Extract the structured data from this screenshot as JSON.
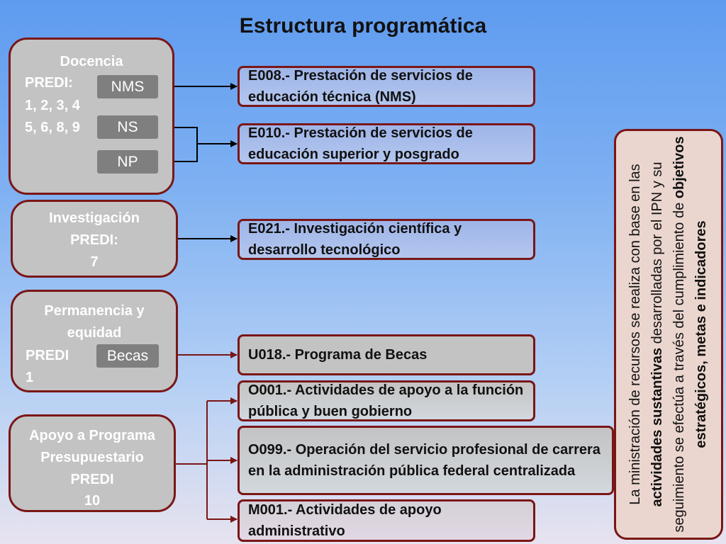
{
  "title": "Estructura programática",
  "groups": {
    "docencia": {
      "title": "Docencia",
      "line1": "PREDI:",
      "line2": "1, 2, 3, 4",
      "line3": "5, 6, 8, 9",
      "chips": [
        "NMS",
        "NS",
        "NP"
      ]
    },
    "investigacion": {
      "title": "Investigación",
      "line1": "PREDI:",
      "line2": "7"
    },
    "permanencia": {
      "title1": "Permanencia y",
      "title2": "equidad",
      "line1": "PREDI",
      "line2": "1",
      "chip": "Becas"
    },
    "apoyo": {
      "line1": "Apoyo a Programa",
      "line2": "Presupuestario",
      "line3": "PREDI",
      "line4": "10"
    }
  },
  "programs": [
    {
      "id": "E008",
      "text": "E008.- Prestación de servicios de educación técnica (NMS)"
    },
    {
      "id": "E010",
      "text": "E010.- Prestación de servicios de educación superior y posgrado"
    },
    {
      "id": "E021",
      "text": "E021.- Investigación científica y desarrollo tecnológico"
    },
    {
      "id": "U018",
      "text": "U018.- Programa de Becas"
    },
    {
      "id": "O001",
      "text": "O001.- Actividades de apoyo a la función pública y buen gobierno"
    },
    {
      "id": "O099",
      "text": "O099.- Operación del servicio profesional de carrera en la administración pública federal centralizada"
    },
    {
      "id": "M001",
      "text": "M001.- Actividades de apoyo administrativo"
    }
  ],
  "side_note": {
    "t1": "La ministración de recursos se realiza con base en las ",
    "b1": "actividades sustantivas",
    "t2": " desarrolladas por el IPN y su seguimiento se efectúa a través del cumplimiento de ",
    "b2": "objetivos estratégicos, metas e indicadores"
  },
  "colors": {
    "border": "#7a1616",
    "group_fill": "#c3c3c3",
    "chip_fill": "#7f7f7f",
    "connector": "#000000",
    "becas_connector": "#7a1616"
  }
}
